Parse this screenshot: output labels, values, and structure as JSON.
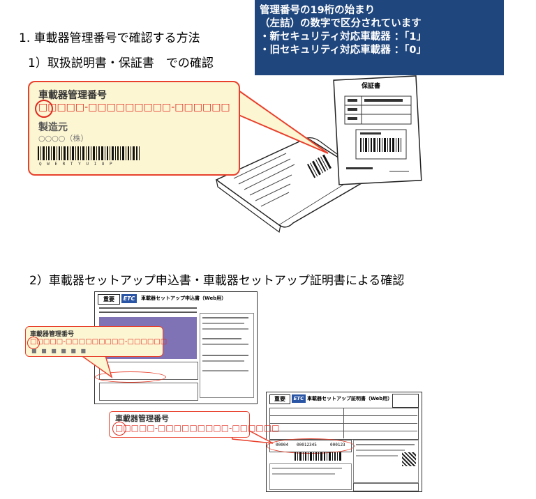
{
  "info_box": {
    "line1": "管理番号の19桁の始まり",
    "line2": "（左詰）の数字で区分されています",
    "line3": "・新セキュリティ対応車載器 ：「1」",
    "line4": "・旧セキュリティ対応車載器 ：「0」"
  },
  "headings": {
    "h1": "1. 車載器管理番号で確認する方法",
    "h2": "1）取扱説明書・保証書　での確認",
    "h3": "2）車載器セットアップ申込書・車載器セットアップ証明書による確認"
  },
  "callout1": {
    "label": "車載器管理番号",
    "number": "□□□□□-□□□□□□□□□-□□□□□□",
    "maker_label": "製造元",
    "maker_value": "○○○○（株）",
    "barcode_text": "Q W E R T Y U I O P"
  },
  "warranty_doc": {
    "title": "保証書"
  },
  "callout2": {
    "label": "車載器管理番号",
    "number": "□□□□□-□□□□□□□□□-□□□□□□"
  },
  "callout3": {
    "label": "車載器管理番号",
    "number": "□□□□□-□□□□□□□□□-□□□□□□"
  },
  "form1": {
    "badge": "重要",
    "etc": "ETC",
    "title": "車載器セットアップ申込書（Web用）"
  },
  "form2": {
    "badge": "重要",
    "etc": "ETC",
    "title": "車載器セットアップ証明書（Web用）",
    "num1": "00004",
    "num2": "00012345",
    "num3": "000123"
  },
  "colors": {
    "box_blue": "#1f467d",
    "accent_red": "#e8402c",
    "callout_bg": "#fdf6d3"
  }
}
